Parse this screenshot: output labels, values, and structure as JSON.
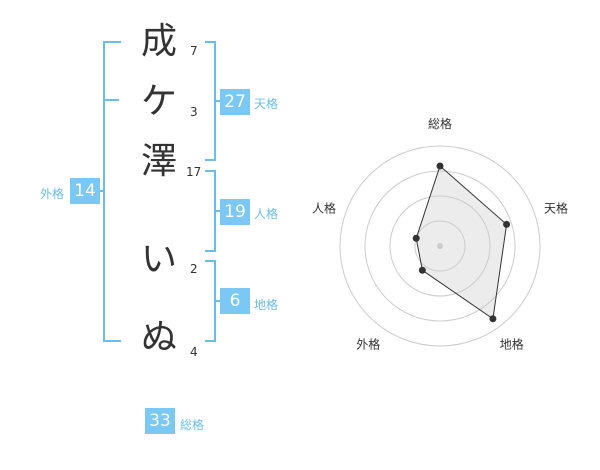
{
  "name": {
    "chars": [
      {
        "char": "成",
        "strokes": "7"
      },
      {
        "char": "ケ",
        "strokes": "3"
      },
      {
        "char": "澤",
        "strokes": "17"
      },
      {
        "char": "い",
        "strokes": "2"
      },
      {
        "char": "ぬ",
        "strokes": "4"
      }
    ]
  },
  "kakusu": {
    "tenkaku": {
      "value": "27",
      "label": "天格"
    },
    "jinkaku": {
      "value": "19",
      "label": "人格"
    },
    "chikaku": {
      "value": "6",
      "label": "地格"
    },
    "gaikaku": {
      "value": "14",
      "label": "外格"
    },
    "soukaku": {
      "value": "33",
      "label": "総格"
    }
  },
  "colors": {
    "accent": "#7cc8f4",
    "bracket": "#6bbde9"
  },
  "chart_data": {
    "type": "radar",
    "axes": [
      "総格",
      "天格",
      "地格",
      "外格",
      "人格"
    ],
    "values": [
      0.8,
      0.7,
      0.9,
      0.3,
      0.25
    ],
    "max": 1.0,
    "rings": 4
  }
}
